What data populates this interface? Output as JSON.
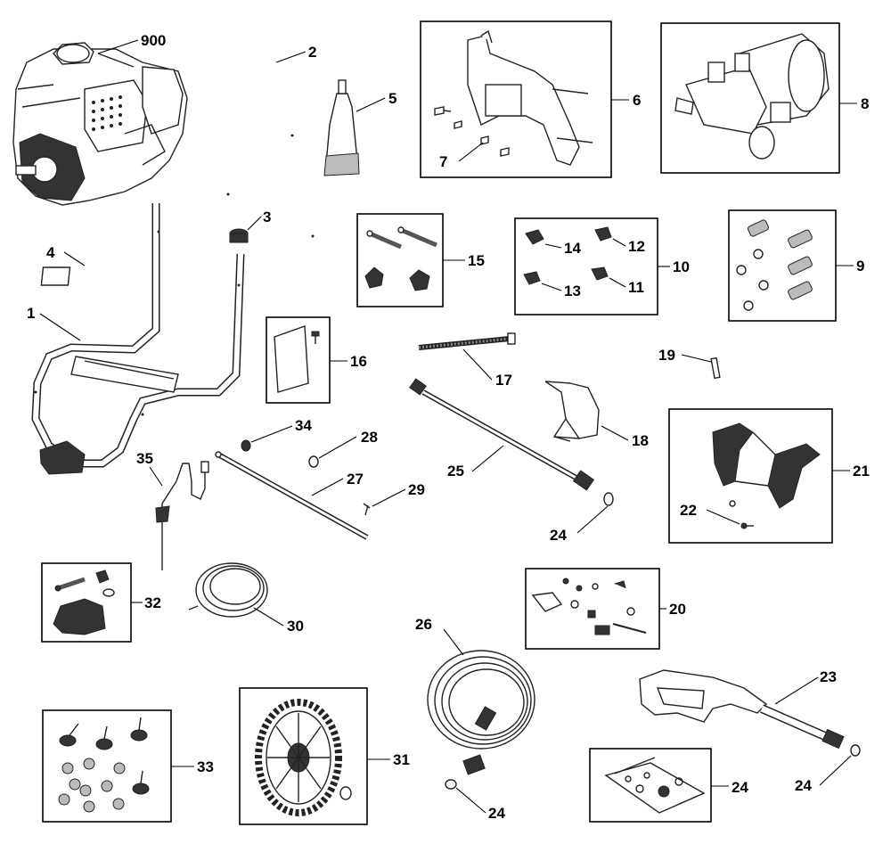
{
  "callouts": {
    "p900": "900",
    "p2": "2",
    "p5": "5",
    "p6": "6",
    "p7": "7",
    "p8": "8",
    "p3": "3",
    "p4": "4",
    "p15": "15",
    "p14": "14",
    "p12": "12",
    "p10": "10",
    "p13": "13",
    "p11": "11",
    "p9": "9",
    "p1": "1",
    "p16": "16",
    "p17": "17",
    "p19": "19",
    "p18": "18",
    "p21": "21",
    "p25": "25",
    "p34": "34",
    "p28": "28",
    "p35": "35",
    "p27": "27",
    "p29": "29",
    "p22": "22",
    "p24a": "24",
    "p20": "20",
    "p32": "32",
    "p30": "30",
    "p26": "26",
    "p23": "23",
    "p33": "33",
    "p31": "31",
    "p24b": "24",
    "p24c": "24",
    "p24d": "24"
  }
}
